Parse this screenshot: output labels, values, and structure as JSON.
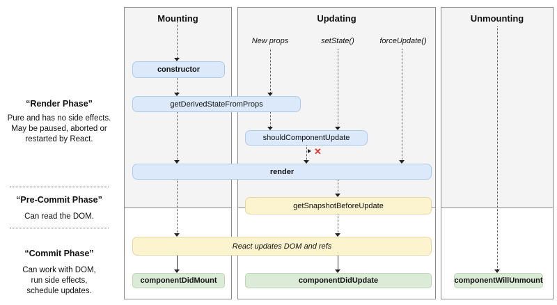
{
  "columns": {
    "mounting": {
      "title": "Mounting"
    },
    "updating": {
      "title": "Updating",
      "triggers": {
        "new_props": "New props",
        "set_state": "setState()",
        "force_update": "forceUpdate()"
      }
    },
    "unmounting": {
      "title": "Unmounting"
    }
  },
  "sidebar": {
    "render_phase": {
      "title": "“Render Phase”",
      "l1": "Pure and has no side effects.",
      "l2": "May be paused, aborted or",
      "l3": "restarted by React."
    },
    "pre_commit_phase": {
      "title": "“Pre-Commit Phase”",
      "l1": "Can read the DOM."
    },
    "commit_phase": {
      "title": "“Commit Phase”",
      "l1": "Can work with DOM,",
      "l2": "run side effects,",
      "l3": "schedule updates."
    }
  },
  "methods": {
    "ctor": "constructor",
    "get_derived_state_from_props": "getDerivedStateFromProps",
    "should_component_update": "shouldComponentUpdate",
    "render": "render",
    "get_snapshot_before_update": "getSnapshotBeforeUpdate",
    "react_updates_dom_and_refs": "React updates DOM and refs",
    "component_did_mount": "componentDidMount",
    "component_did_update": "componentDidUpdate",
    "component_will_unmount": "componentWillUnmount"
  },
  "annotations": {
    "cancel_mark": "✕"
  },
  "colors": {
    "blue_fill": "#dbe9fb",
    "blue_border": "#aecbea",
    "yellow_fill": "#fcf3cf",
    "yellow_border": "#e6d7a3",
    "green_fill": "#dcebd8",
    "green_border": "#bdd8b4",
    "phase_bg": "#f4f4f4",
    "column_border": "#8a8a8a",
    "red_x": "#e03131"
  }
}
